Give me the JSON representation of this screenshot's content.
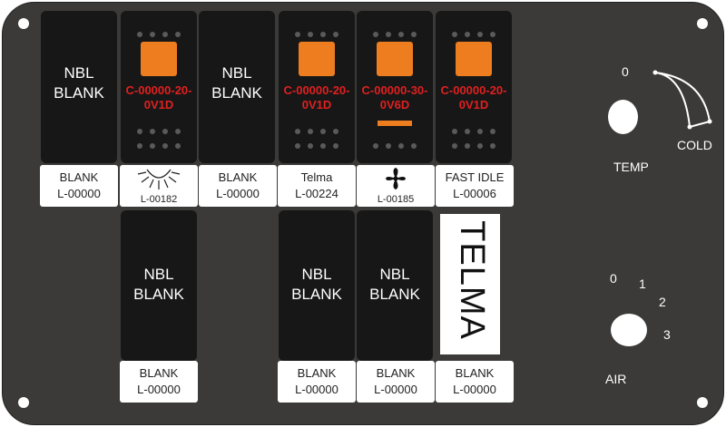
{
  "panel": {
    "colors": {
      "panel": "#3b3a38",
      "switch": "#171717",
      "led": "#ed7d1f",
      "code": "#e02020",
      "label": "#ffffff"
    },
    "switches_top": [
      {
        "type": "blank",
        "line1": "NBL",
        "line2": "BLANK"
      },
      {
        "type": "led",
        "code1": "C-00000-20-",
        "code2": "0V1D"
      },
      {
        "type": "blank",
        "line1": "NBL",
        "line2": "BLANK"
      },
      {
        "type": "led",
        "code1": "C-00000-20-",
        "code2": "0V1D"
      },
      {
        "type": "led-bar",
        "code1": "C-00000-30-",
        "code2": "0V6D"
      },
      {
        "type": "led",
        "code1": "C-00000-20-",
        "code2": "0V1D"
      }
    ],
    "labels_top": [
      {
        "line1": "BLANK",
        "line2": "L-00000"
      },
      {
        "icon": "light-icon",
        "line2": "L-00182"
      },
      {
        "line1": "BLANK",
        "line2": "L-00000"
      },
      {
        "line1": "Telma",
        "line2": "L-00224"
      },
      {
        "icon": "fan-icon",
        "line2": "L-00185"
      },
      {
        "line1": "FAST IDLE",
        "line2": "L-00006"
      }
    ],
    "switches_bottom": [
      {
        "line1": "NBL",
        "line2": "BLANK"
      },
      {
        "line1": "NBL",
        "line2": "BLANK"
      },
      {
        "line1": "NBL",
        "line2": "BLANK"
      }
    ],
    "telma_plate": "TELMA",
    "labels_bottom": [
      {
        "line1": "BLANK",
        "line2": "L-00000"
      },
      {
        "line1": "BLANK",
        "line2": "L-00000"
      },
      {
        "line1": "BLANK",
        "line2": "L-00000"
      },
      {
        "line1": "BLANK",
        "line2": "L-00000"
      }
    ],
    "temp": {
      "zero": "0",
      "cold": "COLD",
      "label": "TEMP"
    },
    "air": {
      "pos0": "0",
      "pos1": "1",
      "pos2": "2",
      "pos3": "3",
      "label": "AIR"
    }
  }
}
